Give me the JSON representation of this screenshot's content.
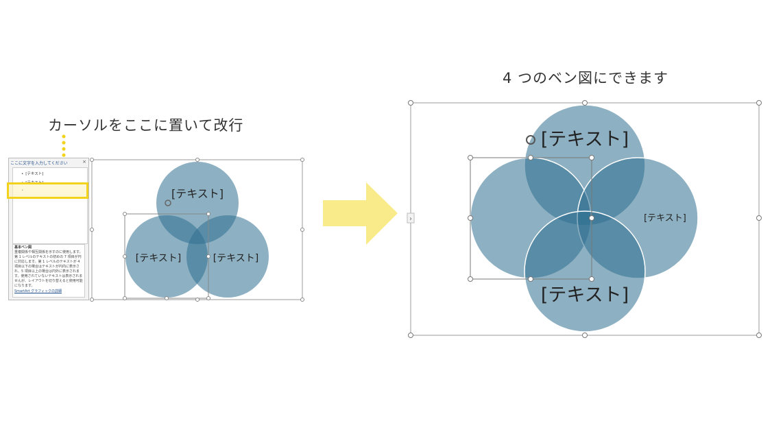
{
  "left_caption": "カーソルをここに置いて改行",
  "right_caption": "4 つのベン図にできます",
  "text_pane": {
    "title": "ここに文字を入力してください",
    "close": "×",
    "items": [
      "[テキスト]",
      "[テキスト]",
      ""
    ],
    "description_title": "基本ベン図",
    "description": "重複関係や相互関係を示すのに使用します。第 1 レベルのテキストの初めの 7 項目が円に対応します。第 1 レベルのテキストが 4 項目以下の場合はテキストが円内に表示され、5 項目以上の場合は円外に表示されます。使用されていないテキストは表示されませんが、レイアウトを切り替えると使用可能になります。",
    "link": "SmartArt グラフィックの詳細"
  },
  "left_diagram": {
    "labels": [
      "[テキスト]",
      "[テキスト]",
      "[テキスト]"
    ]
  },
  "right_diagram": {
    "labels": [
      "[テキスト]",
      "[テキスト]",
      "[テキスト]"
    ],
    "expand_handle": "›"
  },
  "colors": {
    "circle": "#5c8ba6",
    "highlight": "#f2d21b",
    "arrow": "#f9ea8a"
  }
}
